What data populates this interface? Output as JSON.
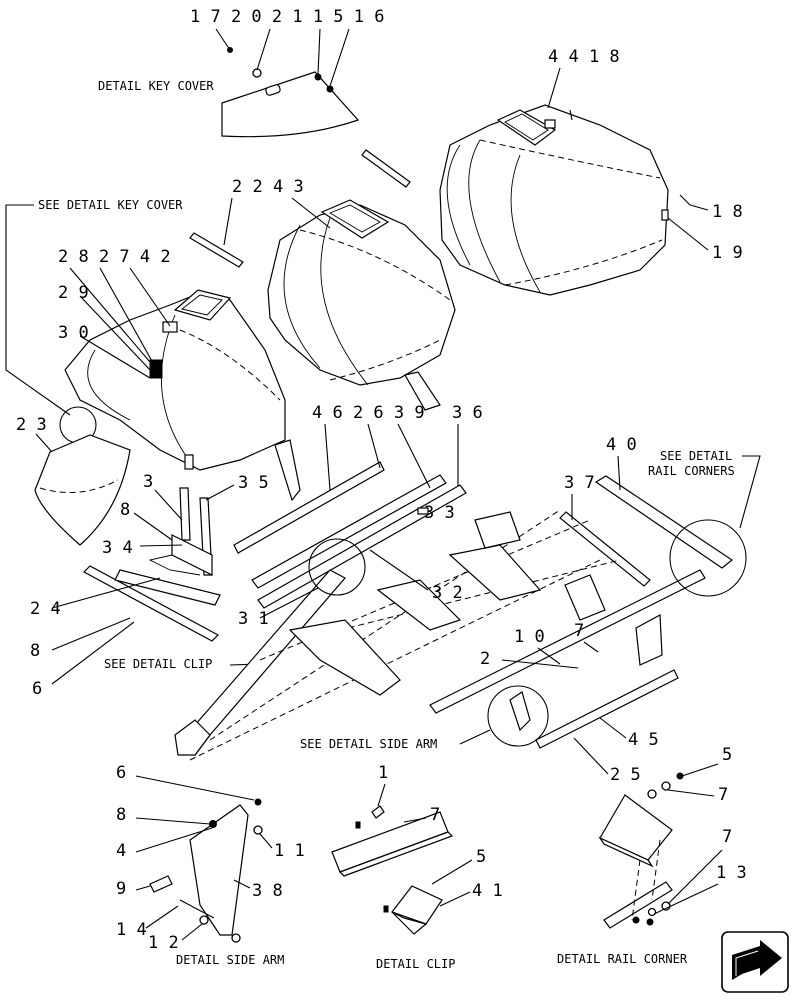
{
  "callouts": {
    "top_row": "1 7 2 0 2 1 1 5 1 6",
    "tank_right": "4 4 1 8",
    "n18": "1 8",
    "n19": "1 9",
    "n22": "2 2",
    "n43": "4 3",
    "n28_27_42": "2 8 2 7 4 2",
    "n29": "2 9",
    "n30": "3 0",
    "n23": "2 3",
    "n3": "3",
    "n35": "3 5",
    "n8a": "8",
    "n34": "3 4",
    "n24": "2 4",
    "n8b": "8",
    "n6a": "6",
    "rail_row": "4 6 2 6 3 9",
    "n36": "3 6",
    "n40": "4 0",
    "n37": "3 7",
    "n33": "3 3",
    "n32": "3 2",
    "n31": "3 1",
    "n10": "1 0",
    "n7a": "7",
    "n2": "2",
    "n45": "4 5",
    "n25": "2 5",
    "n6b": "6",
    "n8c": "8",
    "n4": "4",
    "n11": "1 1",
    "n9": "9",
    "n38": "3 8",
    "n14": "1 4",
    "n12": "1 2",
    "n1": "1",
    "n7b": "7",
    "n5a": "5",
    "n41": "4 1",
    "n5b": "5",
    "n7c": "7",
    "n7d": "7",
    "n13": "1 3"
  },
  "captions": {
    "detail_key_cover": "DETAIL KEY COVER",
    "see_detail_key_cover": "SEE DETAIL KEY COVER",
    "see_detail_rail_corners_1": "SEE DETAIL",
    "see_detail_rail_corners_2": "RAIL CORNERS",
    "see_detail_clip": "SEE DETAIL  CLIP",
    "see_detail_side_arm": "SEE DETAIL SIDE ARM",
    "detail_side_arm": "DETAIL SIDE ARM",
    "detail_clip": "DETAIL CLIP",
    "detail_rail_corner": "DETAIL RAIL CORNER"
  },
  "icons": {
    "nav": "arrow-navigation-icon"
  }
}
